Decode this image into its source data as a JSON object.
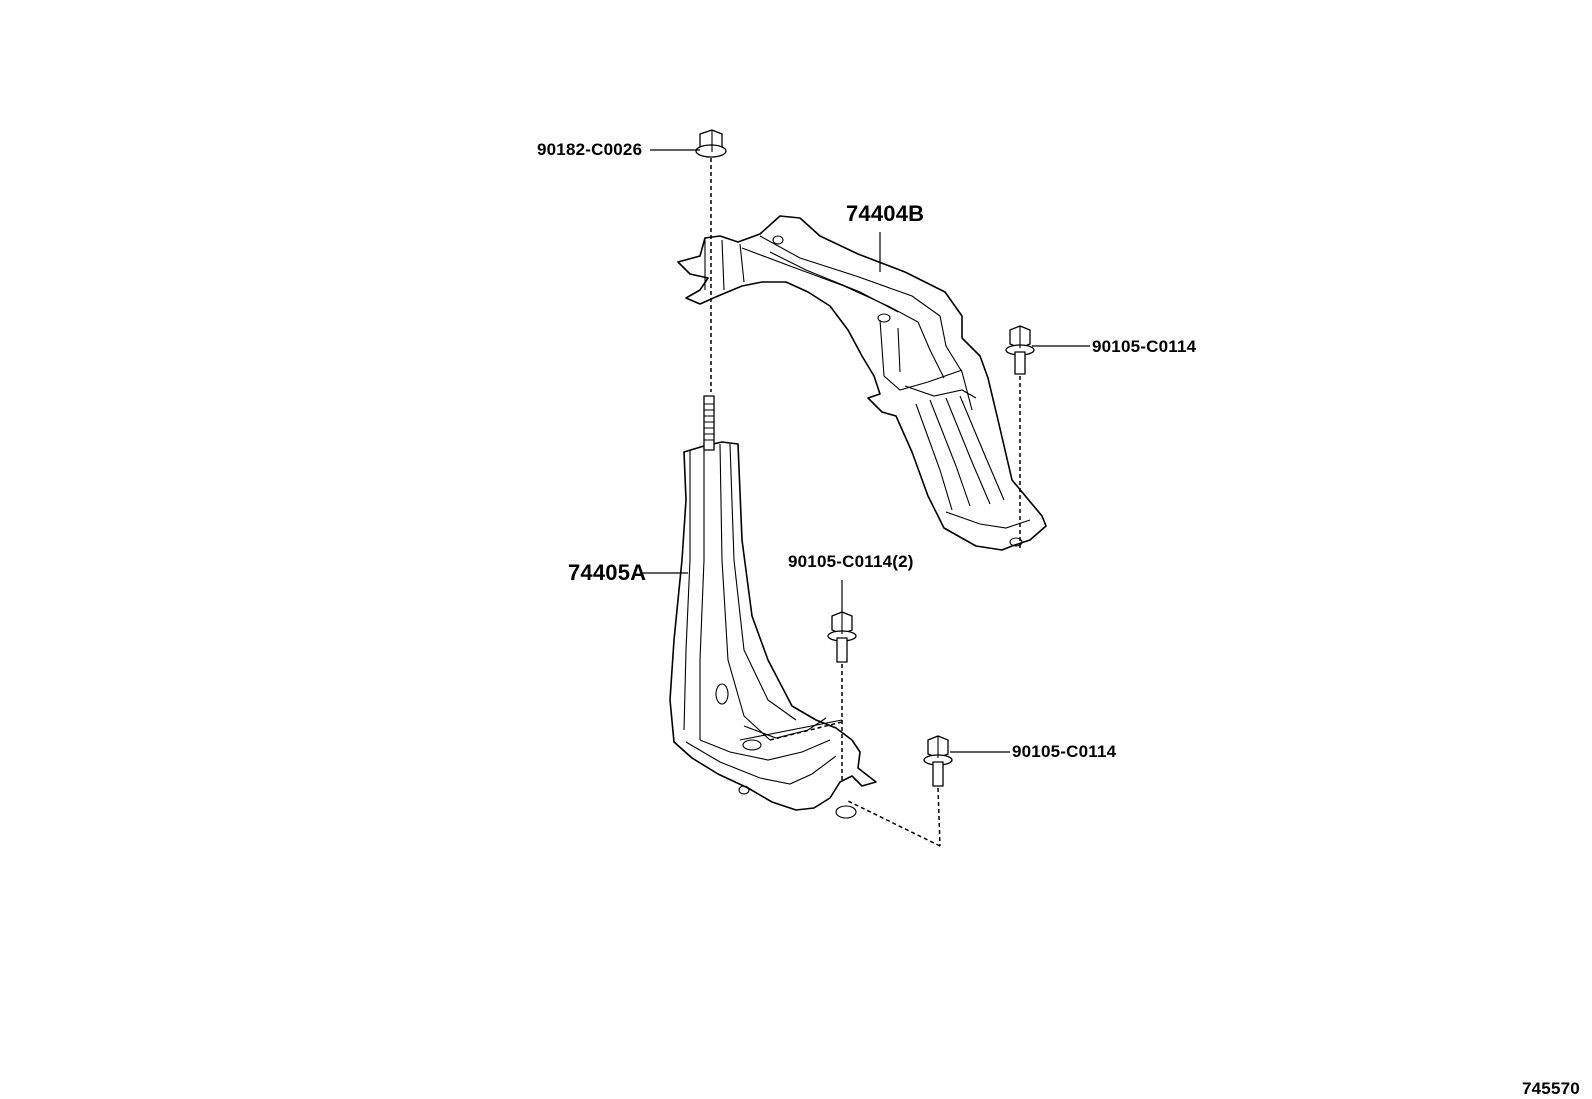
{
  "callouts": {
    "nut_top": "90182-C0026",
    "bracket_upper": "74404B",
    "bolt_right": "90105-C0114",
    "bracket_lower": "74405A",
    "bolt_middle": "90105-C0114(2)",
    "bolt_bottom": "90105-C0114"
  },
  "diagram_id": "745570"
}
